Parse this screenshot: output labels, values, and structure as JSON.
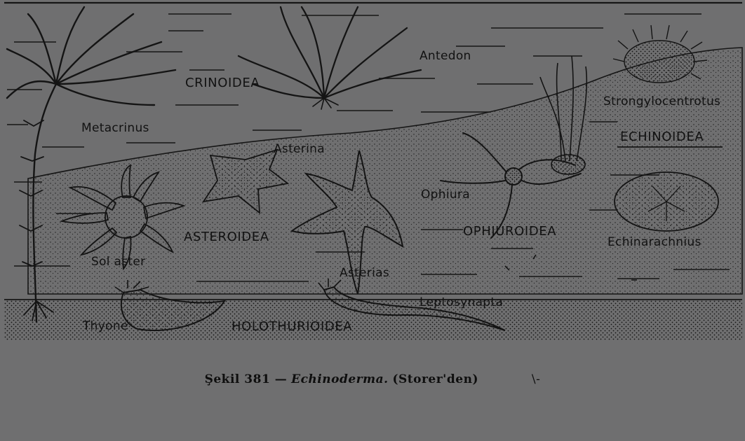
{
  "colors": {
    "page": "#6f6f70",
    "ink": "#121212",
    "sediment": "#6a6a6b"
  },
  "labels": {
    "antedon": "Antedon",
    "crinoidea": "CRINOIDEA",
    "metacrinus": "Metacrinus",
    "strongylocentrotus": "Strongylocentrotus",
    "echinoidea": "ECHINOIDEA",
    "asterina": "Asterina",
    "ophiura": "Ophiura",
    "ophiuroidea": "OPHIUROIDEA",
    "echinarachnius": "Echinarachnius",
    "asteroidea": "ASTEROIDEA",
    "solaster": "Sol aster",
    "asterias": "Asterias",
    "leptosynapta": "Leptosynapta",
    "thyone": "Thyone",
    "holothurioidea": "HOLOTHURIOIDEA"
  },
  "caption": {
    "prefix": "Şekil 381 —",
    "title": "Echinoderma.",
    "source": "(Storer'den)",
    "mark": "\\-"
  }
}
